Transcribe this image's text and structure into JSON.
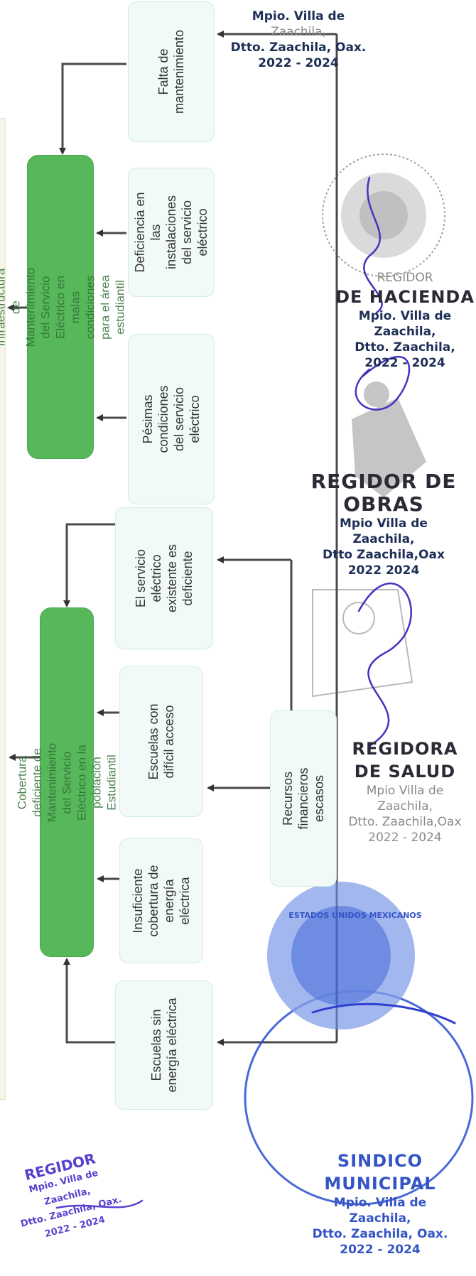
{
  "diagram": {
    "effects": {
      "infraestructura": "Infraestructura de Mantenimiento del Servicio Eléctrico en malas condiciones para el área estudiantil",
      "cobertura": "Cobertura deficiente de Mantenimiento del Servicio Eléctrico en la población Estudiantil"
    },
    "causes": {
      "falta_mantenimiento": "Falta de mantenimiento",
      "deficiencia_instalaciones": "Deficiencia en las instalaciones del servicio eléctrico",
      "pesimas_condiciones": "Pésimas condiciones del servicio eléctrico",
      "servicio_deficiente": "El servicio eléctrico existente es deficiente",
      "dificil_acceso": "Escuelas con difícil acceso",
      "insuficiente_cobertura": "Insuficiente cobertura de energía eléctrica",
      "sin_energia": "Escuelas sin energía eléctrica",
      "recursos": "Recursos financieros escasos"
    }
  },
  "stamps": {
    "top": {
      "line1": "Mpio. Villa de",
      "line2": "Zaachila,",
      "line3": "Dtto. Zaachila, Oax.",
      "line4": "2022 - 2024"
    },
    "hacienda": {
      "title1": "REGIDOR",
      "title2": "DE HACIENDA",
      "line1": "Mpio. Villa de",
      "line2": "Zaachila,",
      "line3": "Dtto. Zaachila,",
      "line4": "2022 - 2024"
    },
    "obras": {
      "title1": "REGIDOR DE",
      "title2": "OBRAS",
      "line1": "Mpio Villa de",
      "line2": "Zaachila,",
      "line3": "Dtto Zaachila,Oax",
      "line4": "2022 2024"
    },
    "salud": {
      "title1": "REGIDORA",
      "title2": "DE SALUD",
      "line1": "Mpio Villa de",
      "line2": "Zaachila,",
      "line3": "Dtto. Zaachila,Oax",
      "line4": "2022 - 2024"
    },
    "sindico": {
      "ring": "ESTADOS UNIDOS MEXICANOS",
      "title1": "SINDICO",
      "title2": "MUNICIPAL",
      "line1": "Mpio. Villa de",
      "line2": "Zaachila,",
      "line3": "Dtto. Zaachila, Oax.",
      "line4": "2022 - 2024"
    },
    "bottom_left": {
      "title": "REGIDOR",
      "line1": "Mpio. Villa de",
      "line2": "Zaachila,",
      "line3": "Dtto. Zaachila, Oax.",
      "line4": "2022 - 2024"
    }
  }
}
